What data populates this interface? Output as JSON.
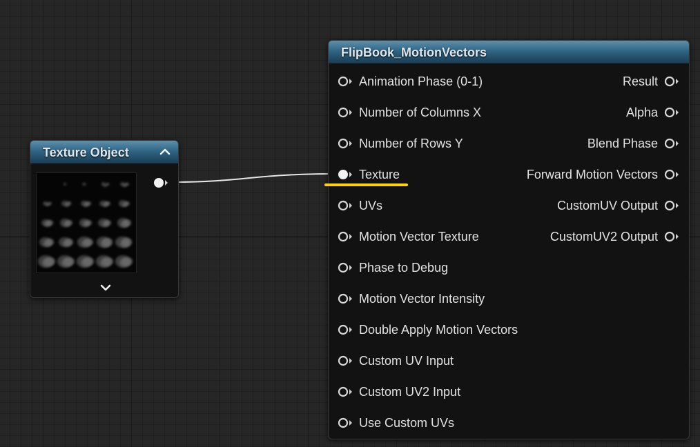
{
  "texture_node": {
    "title": "Texture Object",
    "collapse_icon": "chevron-up-icon",
    "expand_icon": "chevron-down-icon",
    "output_pin": "filled"
  },
  "flipbook_node": {
    "title": "FlipBook_MotionVectors",
    "inputs": [
      {
        "label": "Animation  Phase (0-1)",
        "connected": false
      },
      {
        "label": "Number of Columns X",
        "connected": false
      },
      {
        "label": "Number of Rows Y",
        "connected": false
      },
      {
        "label": "Texture",
        "connected": true
      },
      {
        "label": "UVs",
        "connected": false
      },
      {
        "label": "Motion Vector Texture",
        "connected": false
      },
      {
        "label": "Phase to Debug",
        "connected": false
      },
      {
        "label": "Motion Vector Intensity",
        "connected": false
      },
      {
        "label": "Double Apply Motion Vectors",
        "connected": false
      },
      {
        "label": "Custom UV Input",
        "connected": false
      },
      {
        "label": "Custom UV2 Input",
        "connected": false
      },
      {
        "label": "Use Custom UVs",
        "connected": false
      }
    ],
    "outputs": [
      {
        "label": "Result"
      },
      {
        "label": "Alpha"
      },
      {
        "label": "Blend Phase"
      },
      {
        "label": "Forward Motion Vectors"
      },
      {
        "label": "CustomUV Output"
      },
      {
        "label": "CustomUV2 Output"
      }
    ]
  },
  "colors": {
    "highlight": "#ffd200",
    "header_top": "#5f90ab",
    "header_bottom": "#1a3c52",
    "wire": "#e6e6e6"
  }
}
